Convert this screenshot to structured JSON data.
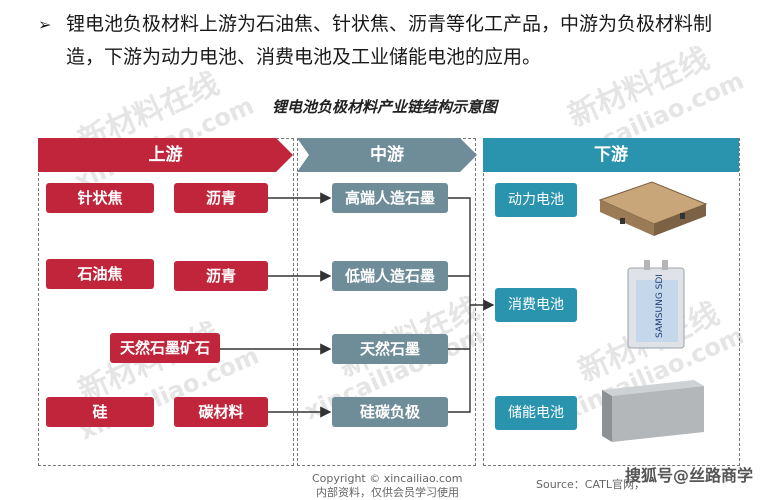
{
  "bullet": {
    "marker": "➢",
    "line1": "锂电池负极材料上游为石油焦、针状焦、沥青等化工产品，中游为负极材料制",
    "line2": "造，下游为动力电池、消费电池及工业储能电池的应用。"
  },
  "diagram_title": "锂电池负极材料产业链结构示意图",
  "stages": {
    "upstream": "上游",
    "midstream": "中游",
    "downstream": "下游"
  },
  "upstream_items": {
    "needle_coke": "针状焦",
    "pitch_1": "沥青",
    "petroleum_coke": "石油焦",
    "pitch_2": "沥青",
    "natural_graphite_ore": "天然石墨矿石",
    "silicon": "硅",
    "carbon_material": "碳材料"
  },
  "midstream_items": {
    "high_end": "高端人造石墨",
    "low_end": "低端人造石墨",
    "natural": "天然石墨",
    "silicon_carbon": "硅碳负极"
  },
  "downstream_items": {
    "power": "动力电池",
    "consumer": "消费电池",
    "storage": "储能电池"
  },
  "battery_label": "SAMSUNG SDI",
  "watermarks": {
    "cn": "新材料在线",
    "en": "xincailiao.com"
  },
  "footer": {
    "copyright": "Copyright © xincailiao.com",
    "notice": "内部资料，仅供会员学习使用",
    "source": "Source：CATL官网，",
    "sohu": "搜狐号@丝路商学"
  },
  "colors": {
    "upstream": "#c0253b",
    "midstream": "#6e8d98",
    "downstream": "#2a93ad"
  }
}
